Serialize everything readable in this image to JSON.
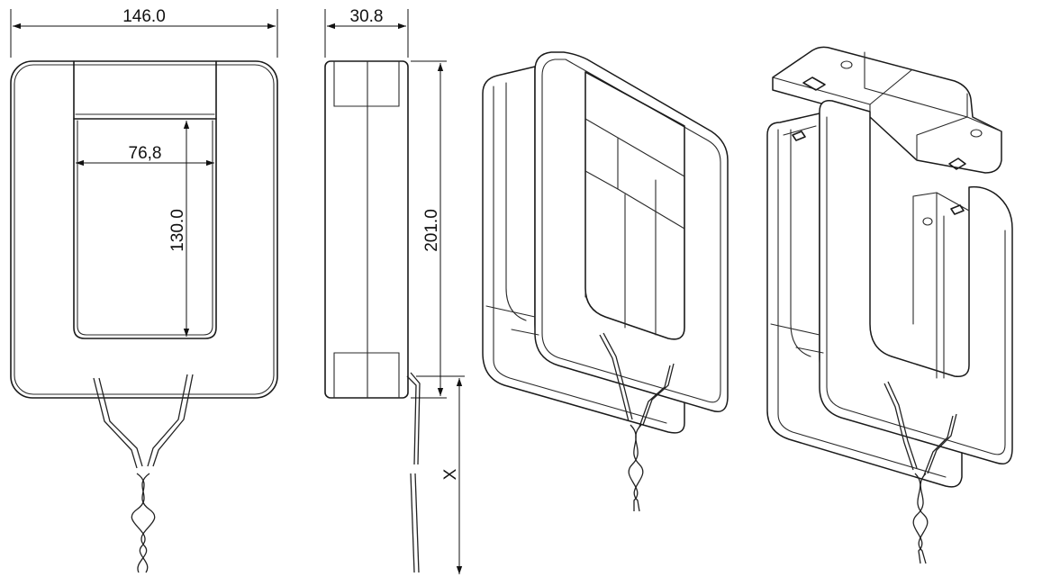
{
  "dimensions": {
    "overall_width": "146.0",
    "window_width": "76,8",
    "window_height": "130.0",
    "depth": "30.8",
    "overall_height": "201.0",
    "lead_length": "X"
  }
}
